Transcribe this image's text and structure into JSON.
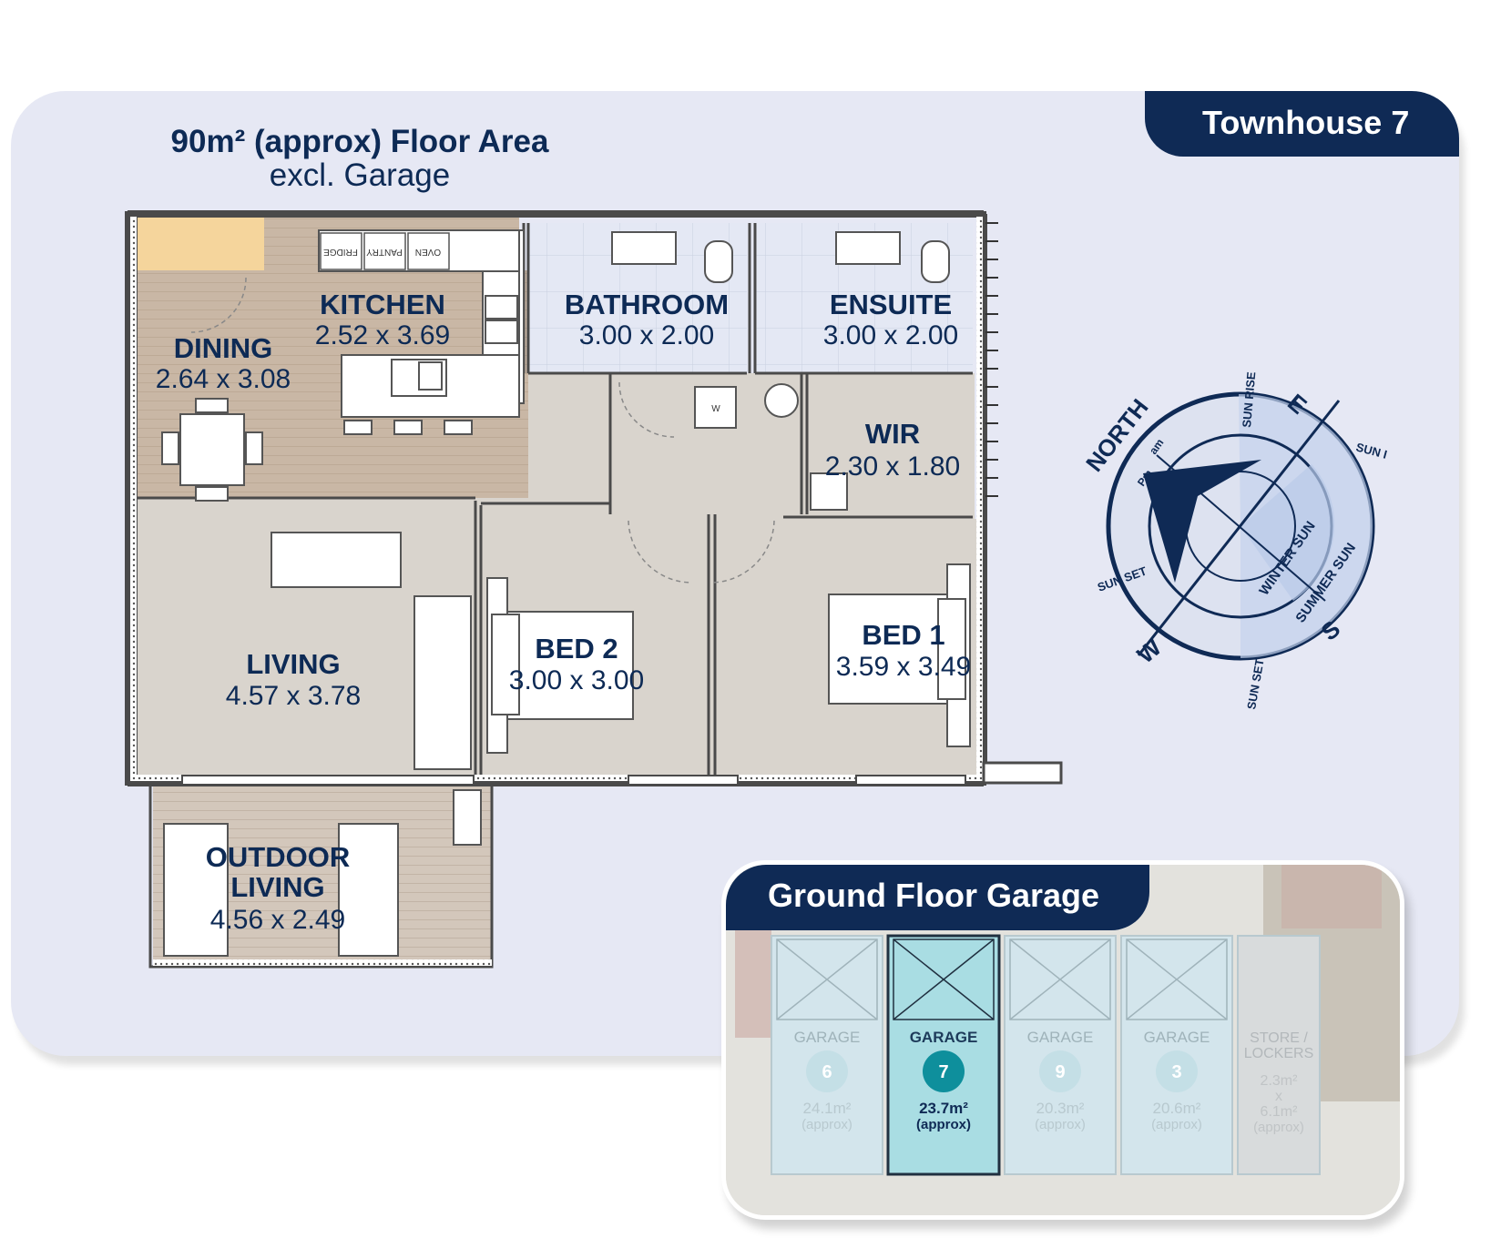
{
  "badge": {
    "title": "Townhouse 7"
  },
  "floor_area": {
    "line1": "90m² (approx) Floor Area",
    "line2": "excl. Garage"
  },
  "appliances": {
    "fridge": "FRIDGE",
    "pantry": "PANTRY",
    "oven": "OVEN",
    "washer": "W"
  },
  "rooms": {
    "kitchen": {
      "name": "KITCHEN",
      "dims": "2.52 x 3.69"
    },
    "dining": {
      "name": "DINING",
      "dims": "2.64 x 3.08"
    },
    "bathroom": {
      "name": "BATHROOM",
      "dims": "3.00 x 2.00"
    },
    "ensuite": {
      "name": "ENSUITE",
      "dims": "3.00 x 2.00"
    },
    "wir": {
      "name": "WIR",
      "dims": "2.30 x 1.80"
    },
    "living": {
      "name": "LIVING",
      "dims": "4.57 x 3.78"
    },
    "bed2": {
      "name": "BED 2",
      "dims": "3.00 x 3.00"
    },
    "bed1": {
      "name": "BED 1",
      "dims": "3.59 x 3.49"
    },
    "outdoor": {
      "name1": "OUTDOOR",
      "name2": "LIVING",
      "dims": "4.56 x 2.49"
    }
  },
  "compass": {
    "north": "NORTH",
    "east": "E",
    "south": "S",
    "west": "W",
    "sun_rise": "SUN RISE",
    "sun_top_right": "SUN I",
    "sun_set_left": "SUN SET",
    "sun_set_bottom": "SUN SET",
    "winter_sun": "WINTER SUN",
    "summer_sun": "SUMMER SUN",
    "pm": "Pm",
    "am": "am"
  },
  "garage": {
    "title": "Ground Floor Garage",
    "units": [
      {
        "label": "GARAGE",
        "number": "6",
        "area": "24.1m²",
        "note": "(approx)",
        "selected": false
      },
      {
        "label": "GARAGE",
        "number": "7",
        "area": "23.7m²",
        "note": "(approx)",
        "selected": true
      },
      {
        "label": "GARAGE",
        "number": "9",
        "area": "20.3m²",
        "note": "(approx)",
        "selected": false
      },
      {
        "label": "GARAGE",
        "number": "3",
        "area": "20.6m²",
        "note": "(approx)",
        "selected": false
      }
    ],
    "store": {
      "label1": "STORE /",
      "label2": "LOCKERS",
      "dim1": "2.3m²",
      "dim2": "x",
      "dim3": "6.1m²",
      "note": "(approx)"
    }
  },
  "colors": {
    "navy": "#0f2a55",
    "background": "#e6e8f4",
    "selected_garage": "#a9dde3",
    "timber": "#c9b7a5",
    "floor": "#d9d4cd",
    "tile": "#e4e8f4"
  }
}
